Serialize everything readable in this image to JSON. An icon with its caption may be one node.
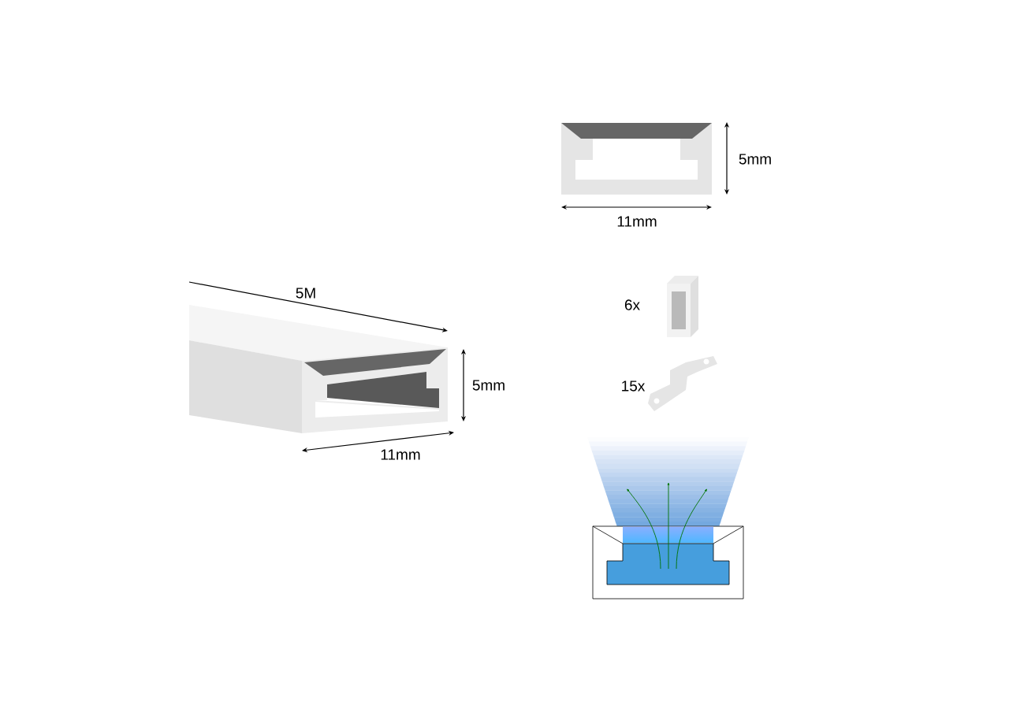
{
  "diagram": {
    "labels": [
      "5mm",
      "11mm",
      "5M",
      "6x",
      "5mm",
      "15x",
      "11mm"
    ]
  }
}
